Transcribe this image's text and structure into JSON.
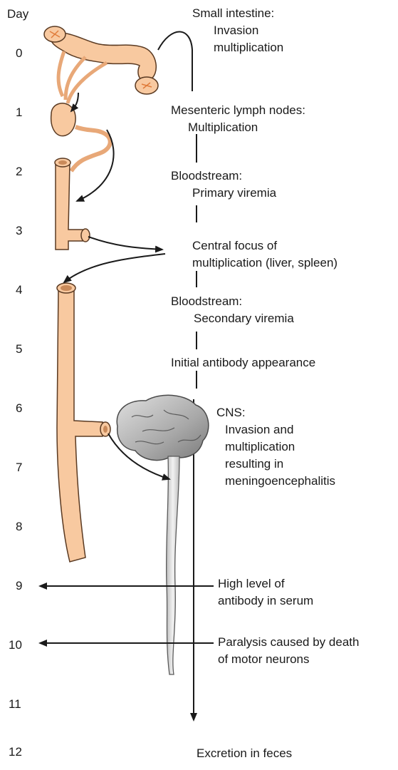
{
  "days_header": "Day",
  "days": [
    "0",
    "1",
    "2",
    "3",
    "4",
    "5",
    "6",
    "7",
    "8",
    "9",
    "10",
    "11",
    "12"
  ],
  "stages": {
    "small_intestine": [
      "Small intestine:",
      "Invasion",
      "multiplication"
    ],
    "lymph_nodes": [
      "Mesenteric lymph nodes:",
      "Multiplication"
    ],
    "primary_viremia": [
      "Bloodstream:",
      "Primary viremia"
    ],
    "central_focus": [
      "Central focus of",
      "multiplication (liver, spleen)"
    ],
    "secondary_viremia": [
      "Bloodstream:",
      "Secondary viremia"
    ],
    "antibody": [
      "Initial antibody appearance"
    ],
    "cns": [
      "CNS:",
      "Invasion and",
      "multiplication",
      "resulting in",
      "meningoencephalitis"
    ],
    "high_antibody": [
      "High level of",
      "antibody in serum"
    ],
    "paralysis": [
      "Paralysis caused by death",
      "of motor neurons"
    ],
    "excretion": [
      "Excretion in feces"
    ]
  },
  "colors": {
    "organ_fill": "#f8c9a0",
    "organ_stroke": "#5a3a22",
    "brain_fill": "#a9a9a9",
    "spinal_fill": "#d9d9d9",
    "line": "#1a1a1a"
  }
}
